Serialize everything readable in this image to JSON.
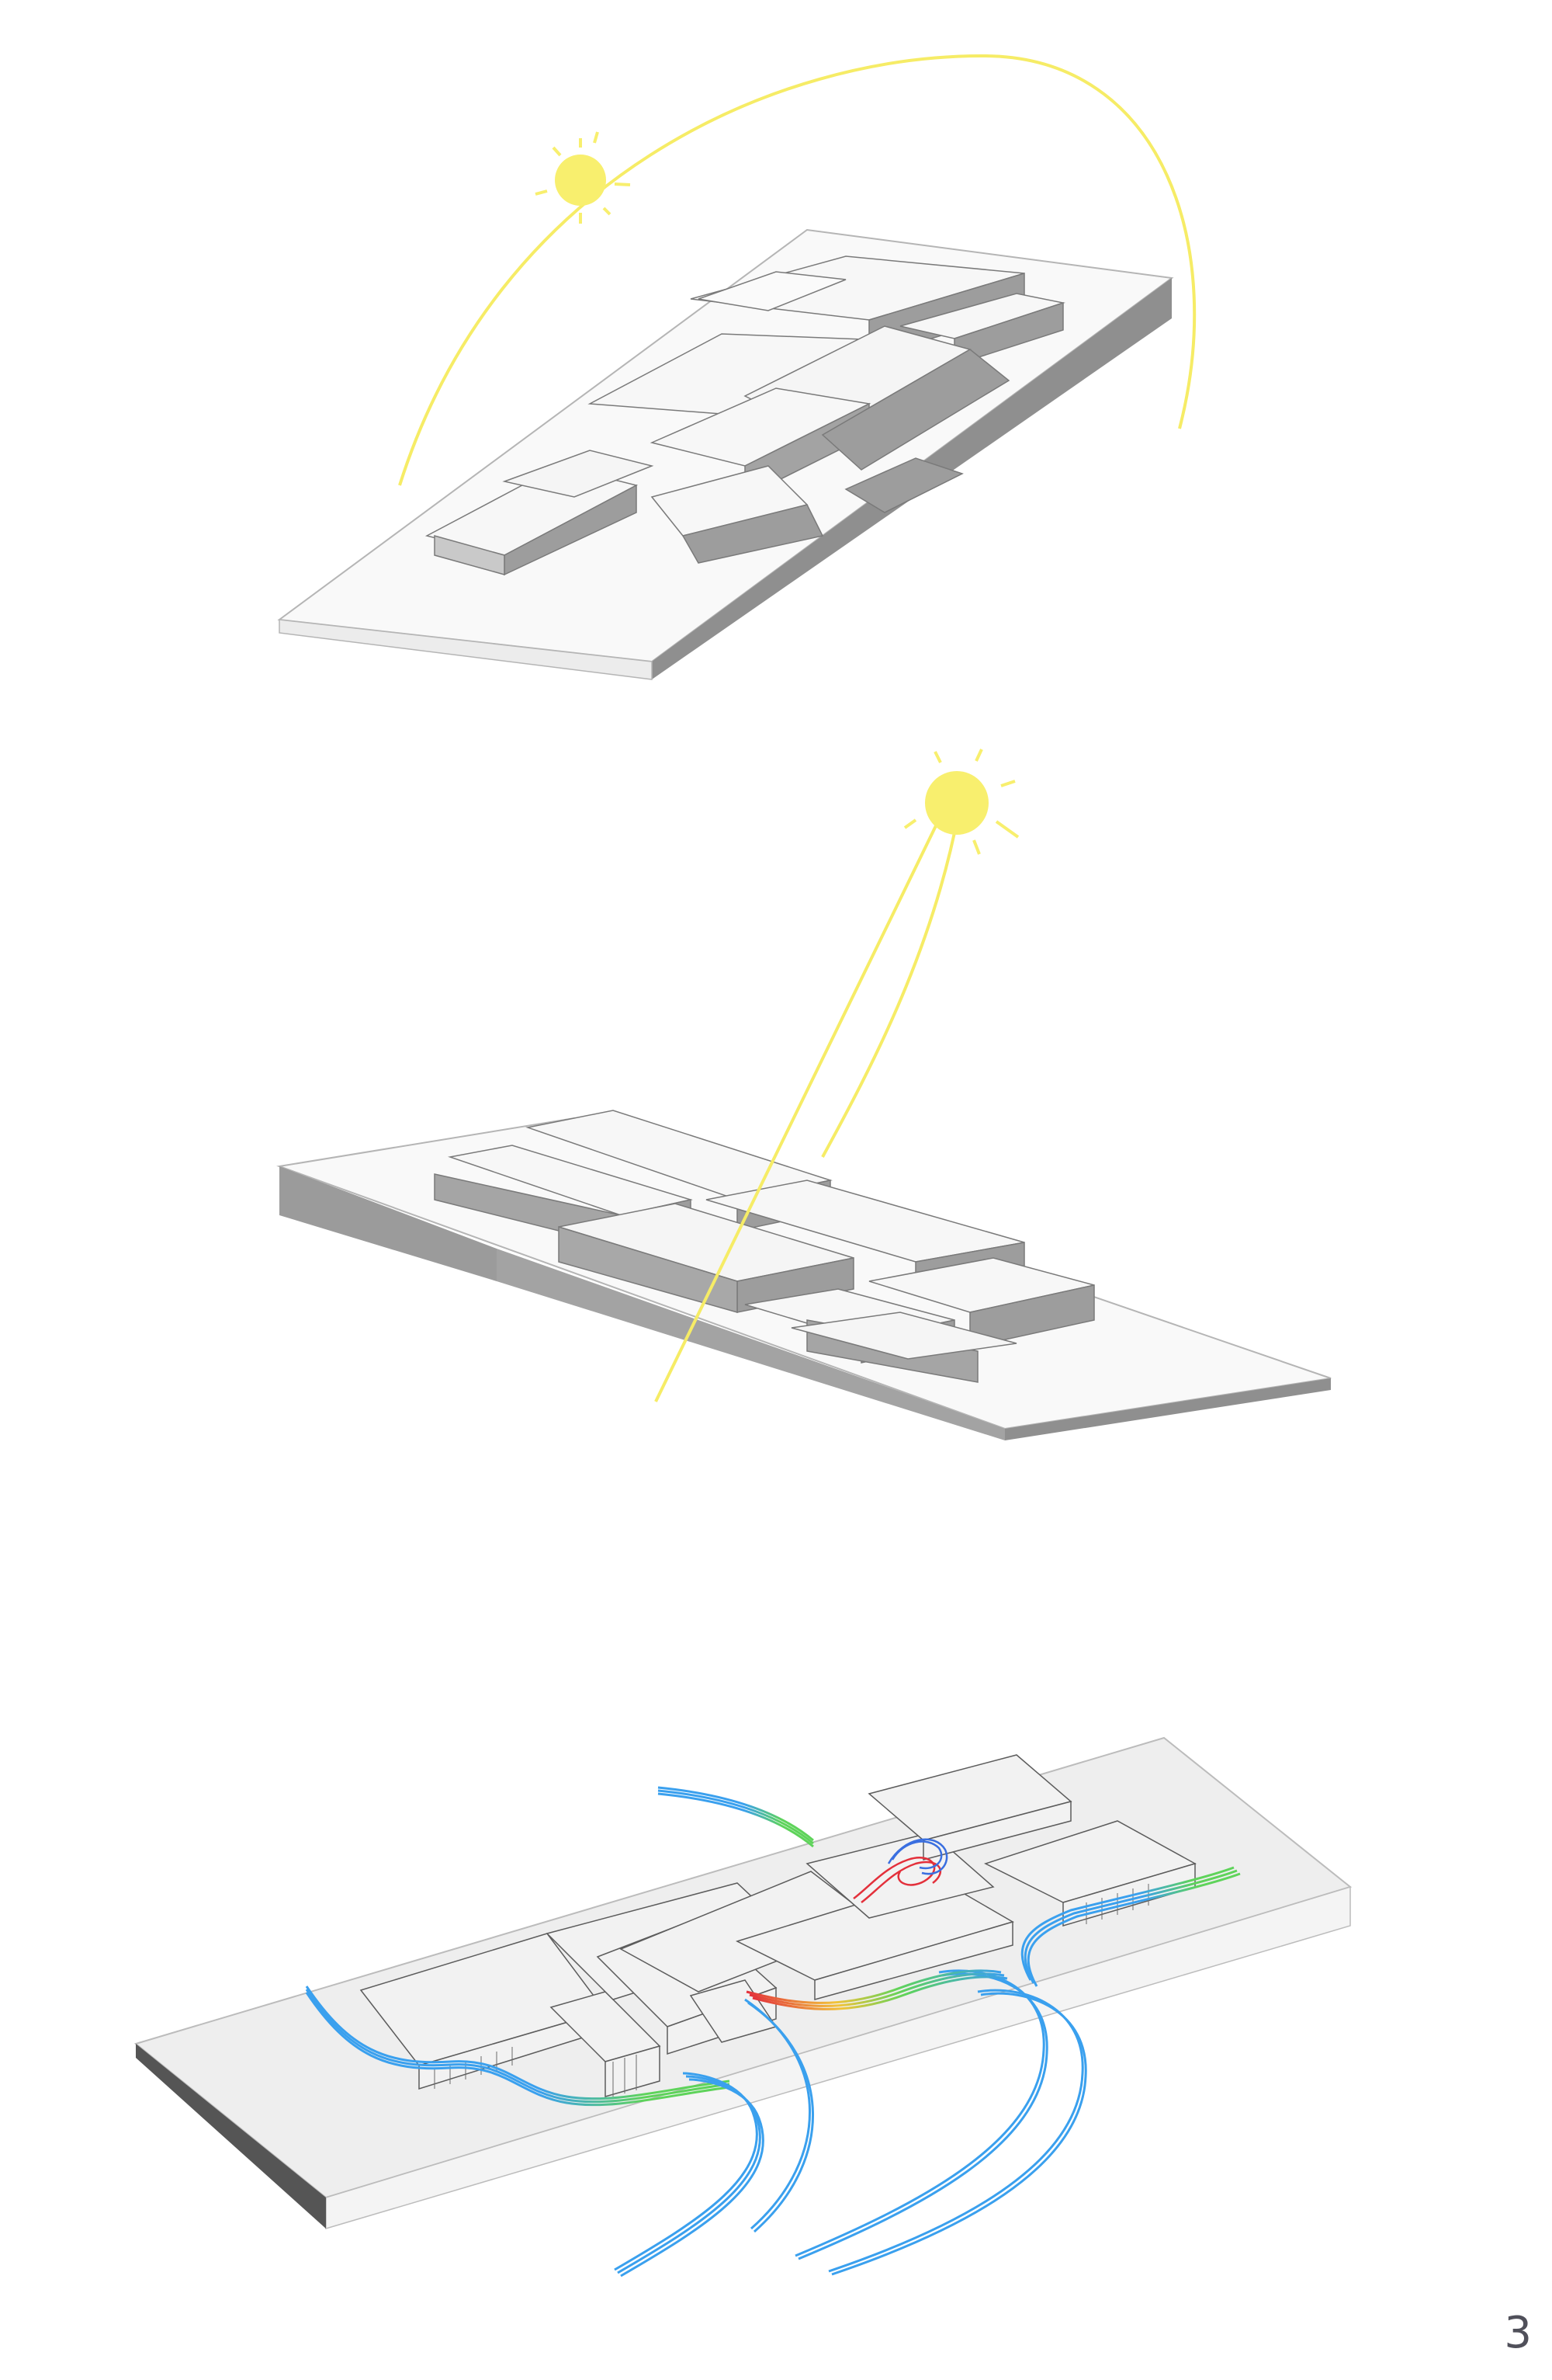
{
  "page": {
    "number": "3"
  },
  "colors": {
    "sun": "#f8ef6e",
    "sun_path": "#f6ec66",
    "building_top": "#f7f7f7",
    "building_side": "#9d9d9d",
    "building_edge": "#7a7a7a",
    "slab_top": "#f9f9f9",
    "slab_side": "#8f8f8f",
    "wind_cold": "#3aa0ee",
    "wind_mid": "#5ed35a",
    "wind_hot": "#e3303b"
  },
  "diagrams": [
    {
      "name": "sun-path-summer",
      "icon": "sun-icon"
    },
    {
      "name": "sun-angle-winter",
      "icon": "sun-icon"
    },
    {
      "name": "wind-flow",
      "icon": "streamline-icon"
    }
  ]
}
